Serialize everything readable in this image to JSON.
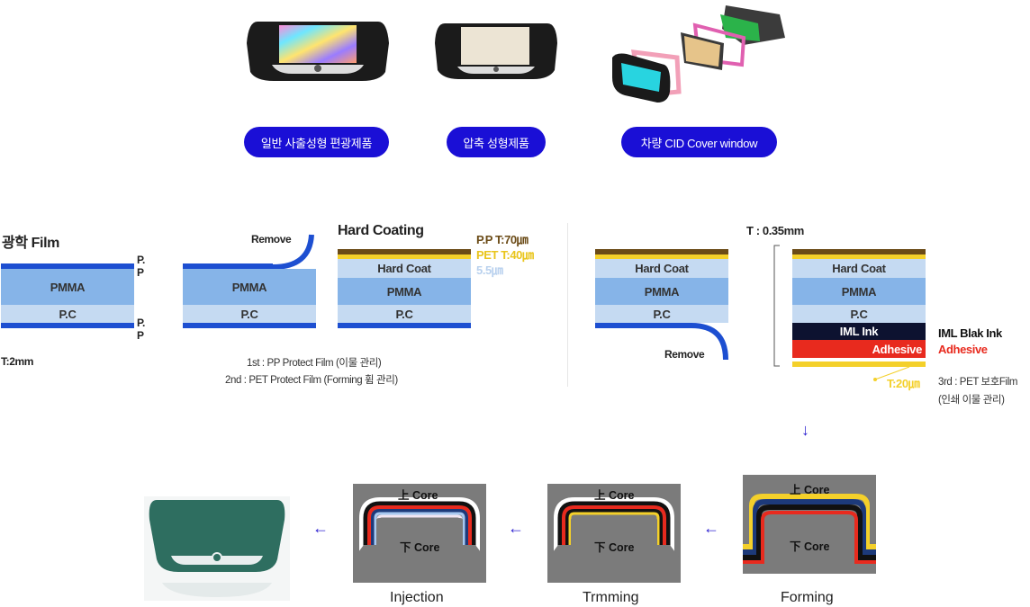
{
  "products": {
    "pill1": "일반 사출성형 편광제품",
    "pill2": "압축 성형제품",
    "pill3": "차량 CID Cover window"
  },
  "film": {
    "title": "광학 Film",
    "pp_top": "P.\nP",
    "pp_bottom": "P.\nP",
    "pmma": "PMMA",
    "pc": "P.C",
    "thickness": "T:2mm"
  },
  "remove1": {
    "label": "Remove",
    "pmma": "PMMA",
    "pc": "P.C"
  },
  "hard_coating": {
    "title": "Hard Coating",
    "hard_coat": "Hard Coat",
    "pmma": "PMMA",
    "pc": "P.C",
    "legend_pp": "P.P  T:70㎛",
    "legend_pet": "PET  T:40㎛",
    "legend_hc": "5.5㎛",
    "note1": "1st : PP Protect Film (이물 관리)",
    "note2": "2nd : PET Protect Film (Forming 휨 관리)"
  },
  "remove2": {
    "label": "Remove",
    "hard_coat": "Hard Coat",
    "pmma": "PMMA",
    "pc": "P.C"
  },
  "iml": {
    "thickness": "T : 0.35mm",
    "hard_coat": "Hard Coat",
    "pmma": "PMMA",
    "pc": "P.C",
    "ink": "IML Ink",
    "adhesive": "Adhesive",
    "legend_ink": "IML Blak Ink",
    "legend_adhesive": "Adhesive",
    "pet_thickness": "T:20㎛",
    "note3a": "3rd : PET 보호Film",
    "note3b": "(인쇄 이물 관리)"
  },
  "process": {
    "arrow_down": "↓",
    "arrow_left": "←",
    "top_core": "上 Core",
    "bottom_core": "下 Core",
    "step_injection": "Injection",
    "step_trimming": "Trmming",
    "step_forming": "Forming"
  },
  "colors": {
    "accent": "#1a0fd6",
    "protect_blue": "#1d4fd1",
    "pp_brown": "#6b4b17",
    "pet_yellow": "#f4d02a",
    "adhesive_red": "#e82a1e",
    "ink_black": "#0d1230"
  }
}
